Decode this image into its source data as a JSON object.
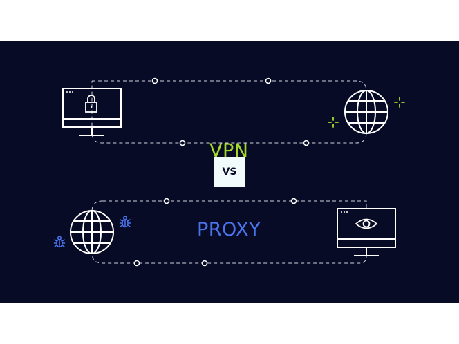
{
  "vpn": {
    "label": "VPN"
  },
  "versus": {
    "label": "VS"
  },
  "proxy": {
    "label": "PROXY"
  },
  "colors": {
    "background": "#080b25",
    "vpn_accent": "#a5d92c",
    "proxy_accent": "#4a74ee",
    "line": "#cfd3e0",
    "icon_stroke": "#ffffff",
    "badge_bg": "#f2fbfb"
  },
  "icons": {
    "vpn_left": "locked-monitor-icon",
    "vpn_right": "globe-icon",
    "vpn_decor": "sparkle-icon",
    "proxy_left": "globe-icon",
    "proxy_decor": "bug-icon",
    "proxy_right": "eye-monitor-icon"
  }
}
